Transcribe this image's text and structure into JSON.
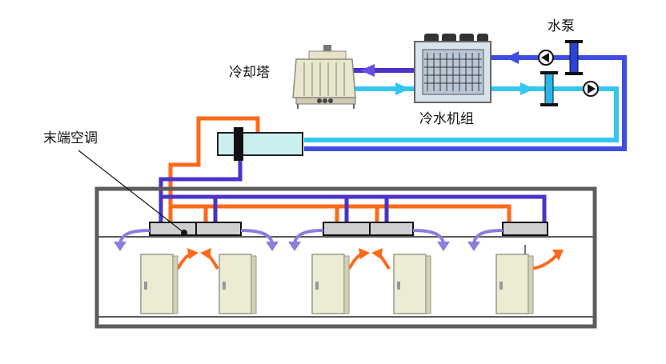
{
  "labels": {
    "cooling_tower": "冷却塔",
    "chiller_unit": "冷水机组",
    "water_pump": "水泵",
    "terminal_ac": "末端空调"
  },
  "colors": {
    "supply_pipe": "#ff6a1a",
    "return_pipe": "#4a33c8",
    "condenser_supply": "#33c6ee",
    "condenser_return": "#3d4ee0",
    "room_frame": "#5c5c5c",
    "cabinet_body": "#ecebd4",
    "cold_air_arrow": "#8e7be0",
    "hot_air_arrow": "#ff6a1a"
  },
  "icons": [
    "cooling-tower-icon",
    "chiller-icon",
    "pump-icon",
    "heat-exchanger-icon",
    "terminal-unit-icon",
    "server-cabinet-icon"
  ]
}
